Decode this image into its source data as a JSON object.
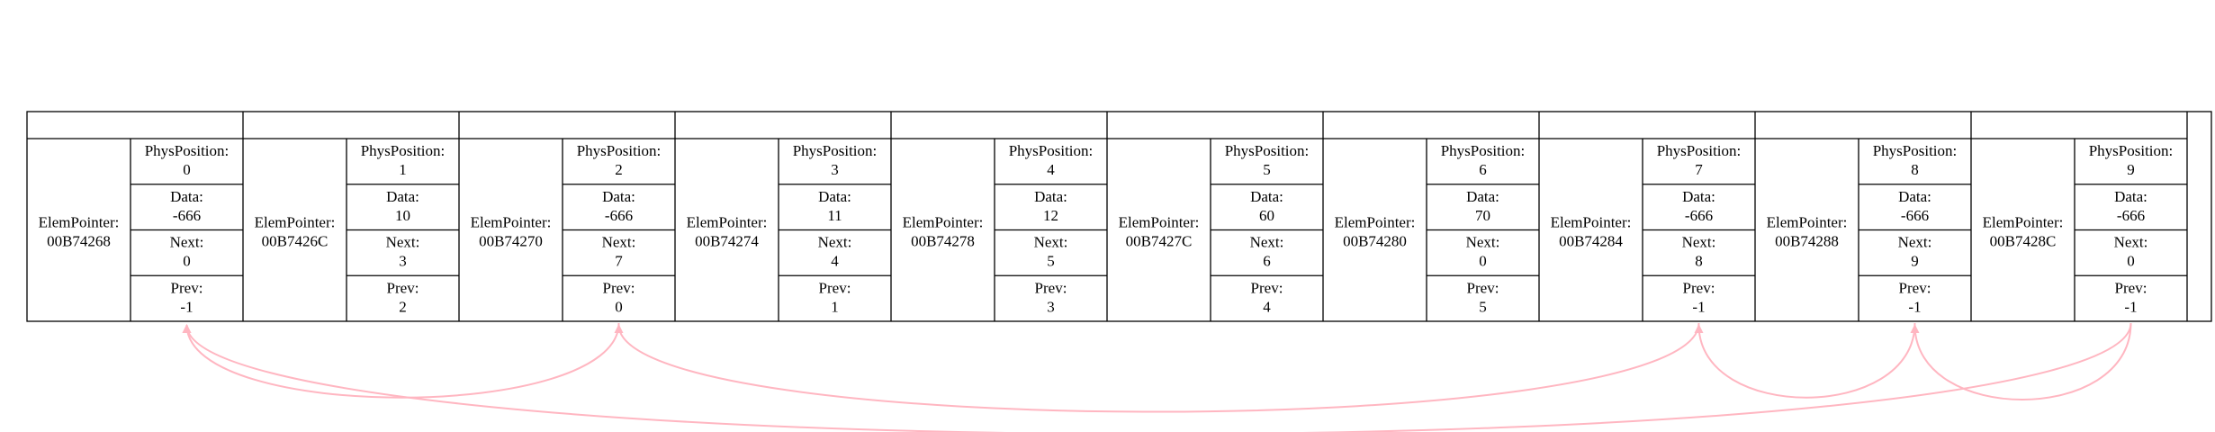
{
  "labels": {
    "pointer": "ElemPointer:",
    "phys": "PhysPosition:",
    "data": "Data:",
    "next": "Next:",
    "prev": "Prev:"
  },
  "colors": {
    "next_arrow": "#0000ee",
    "prev_arrow": "#ffb6c1",
    "border": "#000000",
    "background": "#ffffff"
  },
  "nodes": [
    {
      "pointer": "00B74268",
      "phys": "0",
      "data": "-666",
      "next": "0",
      "prev": "-1"
    },
    {
      "pointer": "00B7426C",
      "phys": "1",
      "data": "10",
      "next": "3",
      "prev": "2"
    },
    {
      "pointer": "00B74270",
      "phys": "2",
      "data": "-666",
      "next": "7",
      "prev": "0"
    },
    {
      "pointer": "00B74274",
      "phys": "3",
      "data": "11",
      "next": "4",
      "prev": "1"
    },
    {
      "pointer": "00B74278",
      "phys": "4",
      "data": "12",
      "next": "5",
      "prev": "3"
    },
    {
      "pointer": "00B7427C",
      "phys": "5",
      "data": "60",
      "next": "6",
      "prev": "4"
    },
    {
      "pointer": "00B74280",
      "phys": "6",
      "data": "70",
      "next": "0",
      "prev": "5"
    },
    {
      "pointer": "00B74284",
      "phys": "7",
      "data": "-666",
      "next": "8",
      "prev": "-1"
    },
    {
      "pointer": "00B74288",
      "phys": "8",
      "data": "-666",
      "next": "9",
      "prev": "-1"
    },
    {
      "pointer": "00B7428C",
      "phys": "9",
      "data": "-666",
      "next": "0",
      "prev": "-1"
    }
  ]
}
